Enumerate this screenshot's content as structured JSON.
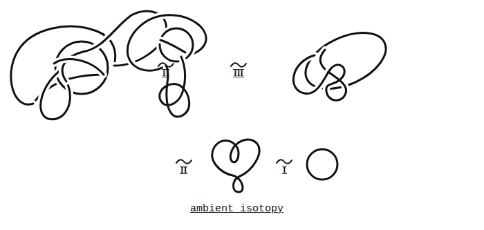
{
  "diagram": {
    "caption": "ambient isotopy",
    "labels": [
      "II",
      "III",
      "II",
      "I"
    ]
  }
}
